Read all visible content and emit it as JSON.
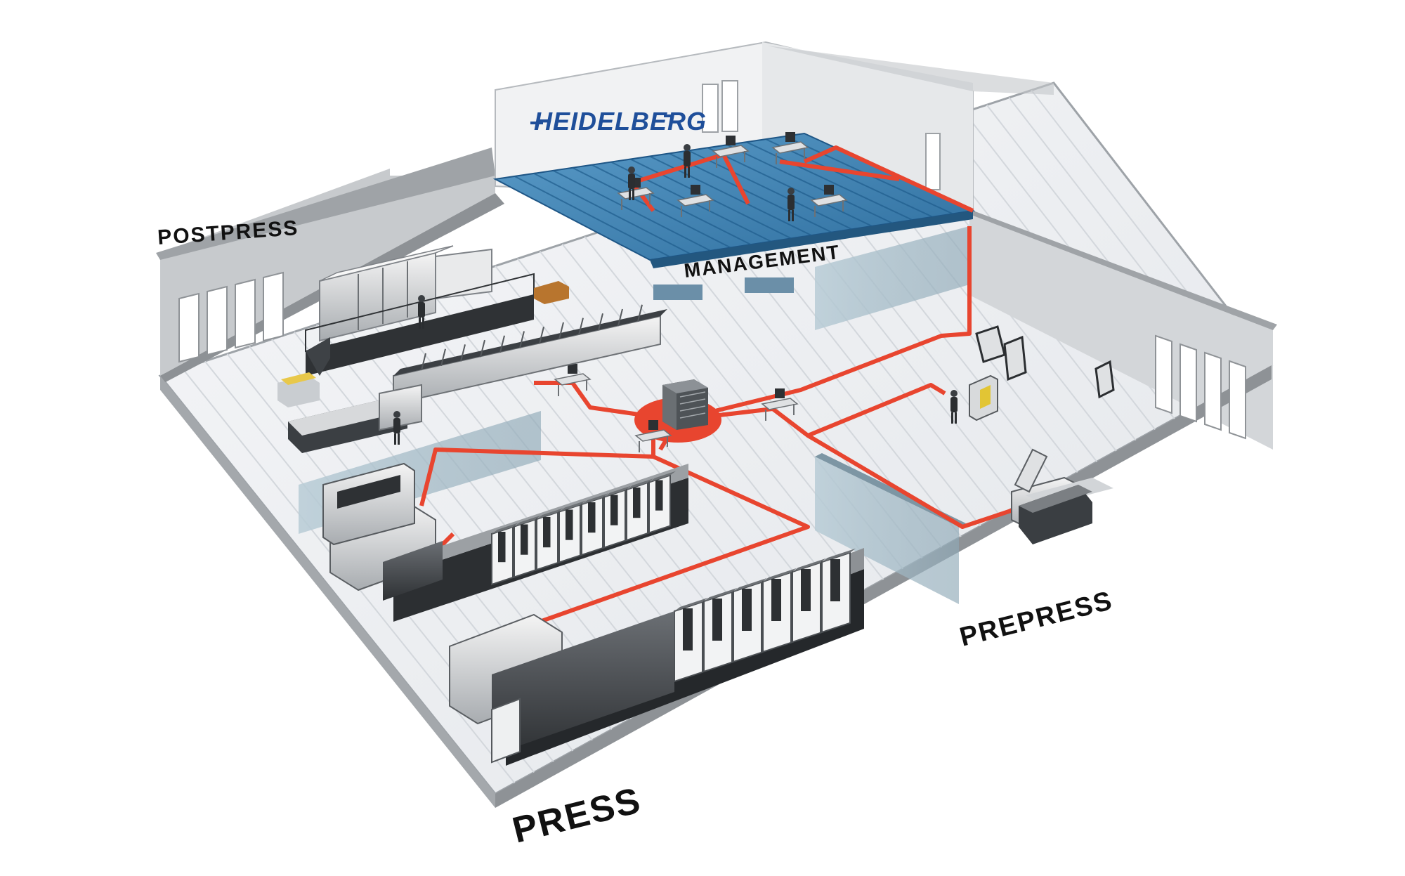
{
  "brand": {
    "logo_text": "HEIDELBERG",
    "logo_color": "#1f4f9a"
  },
  "zones": {
    "postpress": "POSTPRESS",
    "management": "MANAGEMENT",
    "prepress": "PREPRESS",
    "press": "PRESS"
  },
  "colors": {
    "network_line": "#e8452f",
    "management_floor": "#3b7fb3",
    "floor": "#eef0f2",
    "wall": "#b9bcc0",
    "glass_partition": "#9fb6c2"
  },
  "elements": [
    "central-server-hub-icon",
    "folding-machine-icon",
    "saddle-stitcher-icon",
    "cutting-machine-icon",
    "offset-press-icon",
    "large-offset-press-icon",
    "platesetter-icon",
    "proof-printer-icon",
    "workstation-icon"
  ]
}
